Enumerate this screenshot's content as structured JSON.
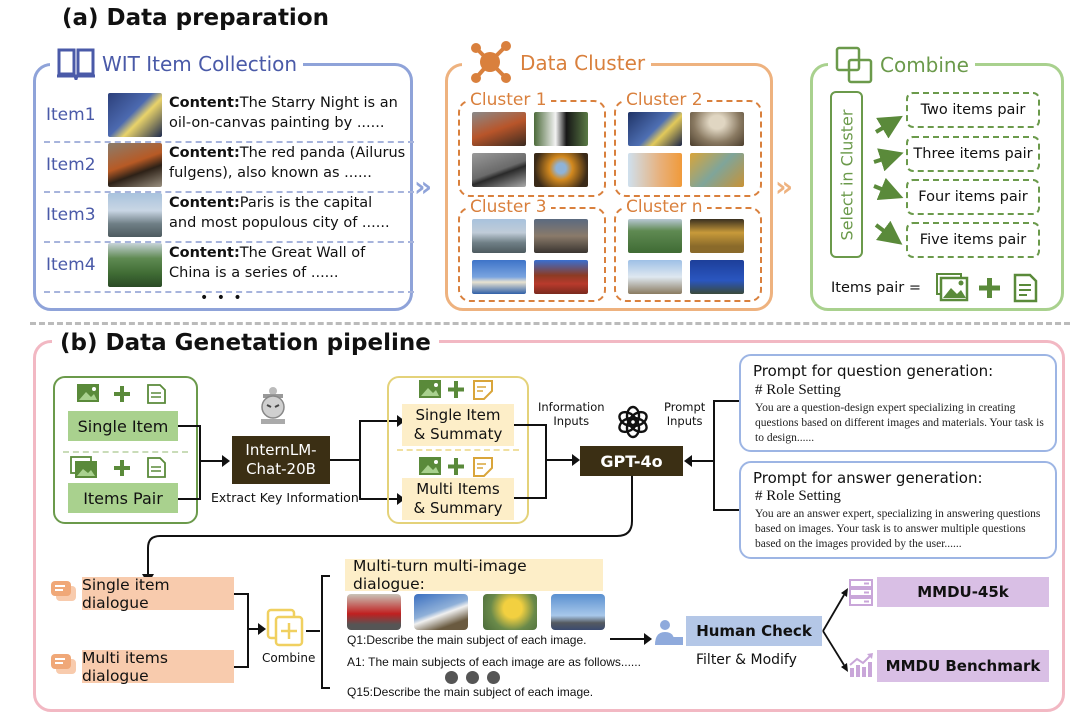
{
  "section_a": {
    "title": "(a) Data preparation",
    "wit": {
      "title": "WIT Item Collection",
      "icon": "open-book-icon",
      "items": [
        {
          "label": "Item1",
          "content_label": "Content:",
          "text1": "The Starry Night is an",
          "text2": "oil-on-canvas painting by ......",
          "image": "starry-night"
        },
        {
          "label": "Item2",
          "content_label": "Content:",
          "text1": "The red panda (Ailurus",
          "text2": "fulgens), also known as ......",
          "image": "red-panda"
        },
        {
          "label": "Item3",
          "content_label": "Content:",
          "text1": "Paris is the capital",
          "text2": "and most populous city of ......",
          "image": "paris"
        },
        {
          "label": "Item4",
          "content_label": "Content:",
          "text1": "The Great Wall of",
          "text2": "China is a series of ......",
          "image": "great-wall"
        }
      ],
      "more": "• • •"
    },
    "cluster": {
      "title": "Data Cluster",
      "icon": "network-cluster-icon",
      "clusters": [
        {
          "label": "Cluster 1",
          "images": [
            "red-panda",
            "giant-panda",
            "raccoon",
            "golden-monkey"
          ]
        },
        {
          "label": "Cluster 2",
          "images": [
            "starry-night",
            "school-of-athens",
            "impressionist-tree",
            "chinese-painting"
          ]
        },
        {
          "label": "Cluster 3",
          "images": [
            "paris",
            "city-skyline",
            "sydney-harbour",
            "tiananmen"
          ]
        },
        {
          "label": "Cluster n",
          "images": [
            "great-wall",
            "terracotta-army",
            "eiffel-tower",
            "statue-of-liberty"
          ]
        }
      ]
    },
    "combine": {
      "title": "Combine",
      "icon": "overlapping-squares-icon",
      "select_label": "Select in Cluster",
      "pairs": [
        "Two items pair",
        "Three items pair",
        "Four items pair",
        "Five items pair"
      ],
      "formula_label": "Items pair =",
      "formula_icons": [
        "images-icon",
        "plus-icon",
        "document-icon"
      ]
    },
    "colors": {
      "wit": "#8fa3d9",
      "cluster": "#eeb27f",
      "combine": "#a9d18e"
    }
  },
  "section_b": {
    "title": "(b) Data Genetation pipeline",
    "inputs": {
      "single_item": "Single Item",
      "items_pair": "Items Pair"
    },
    "internlm": {
      "label": "InternLM-\nChat-20B",
      "line1": "InternLM-",
      "line2": "Chat-20B",
      "caption": "Extract Key Information",
      "icon": "internlm-mascot-icon"
    },
    "summaries": {
      "single": {
        "line1": "Single Item",
        "line2": "& Summaty"
      },
      "multi": {
        "line1": "Multi Items",
        "line2": "& Summary"
      }
    },
    "info_inputs": {
      "line1": "Information",
      "line2": "Inputs"
    },
    "prompt_inputs": {
      "line1": "Prompt",
      "line2": "Inputs"
    },
    "gpt": {
      "label": "GPT-4o",
      "icon": "openai-logo-icon"
    },
    "prompts": [
      {
        "title": "Prompt for question generation:",
        "role": "# Role Setting",
        "body": "You are a question-design expert specializing in creating questions based on different images and materials. Your task is to design......"
      },
      {
        "title": "Prompt for answer generation:",
        "role": "# Role Setting",
        "body": "You are an answer expert, specializing in answering questions based on images. Your task is to answer multiple questions based on the images provided by the user......"
      }
    ],
    "dialogues": {
      "single": "Single item dialogue",
      "multi": "Multi items dialogue",
      "combine": "Combine"
    },
    "multi_turn": {
      "title": "Multi-turn multi-image dialogue:",
      "images": [
        "red-helicopter",
        "paper-plane",
        "koala-balloon",
        "paraglider"
      ],
      "q1": "Q1:Describe the main subject of each image.",
      "a1": "A1: The main subjects of each image are as follows......",
      "q15": "Q15:Describe the main subject of each image."
    },
    "human_check": {
      "label": "Human Check",
      "caption": "Filter & Modify"
    },
    "outputs": [
      {
        "label": "MMDU-45k",
        "icon": "database-server-icon"
      },
      {
        "label": "MMDU Benchmark",
        "icon": "growth-chart-icon"
      }
    ],
    "colors": {
      "panel": "#f2b8c3",
      "green": "#a9d18e",
      "yellow": "#fdeec8",
      "orange": "#f8cbad",
      "purple": "#d9bfe5",
      "blue": "#b4c7e7",
      "dark": "#3b2f14"
    }
  }
}
